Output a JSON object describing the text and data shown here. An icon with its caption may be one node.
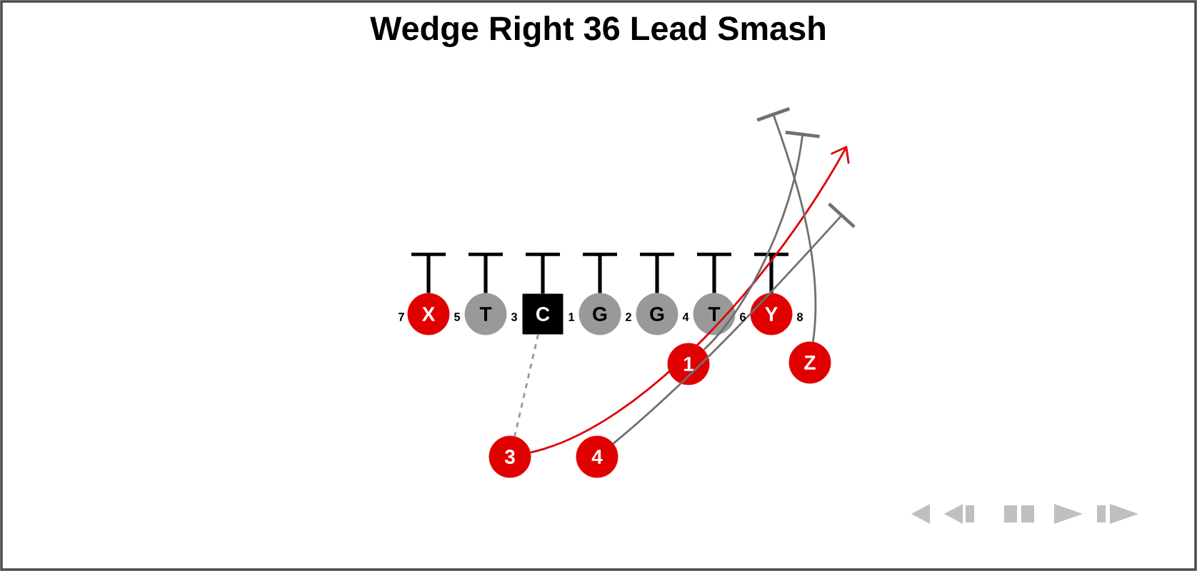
{
  "diagram": {
    "title": "Wedge Right 36 Lead Smash",
    "nodes": [
      {
        "text": [
          "X"
        ]
      },
      {
        "text": [
          "T"
        ]
      },
      {
        "text": [
          "C"
        ]
      },
      {
        "text": [
          "G"
        ]
      },
      {
        "text": [
          "G"
        ]
      },
      {
        "text": [
          "T"
        ]
      },
      {
        "text": [
          "Y"
        ]
      },
      {
        "text": [
          "1"
        ]
      },
      {
        "text": [
          "Z"
        ]
      },
      {
        "text": [
          "3"
        ]
      },
      {
        "text": [
          "4"
        ]
      }
    ],
    "edges": [
      {
        "from": 0,
        "to": null,
        "arrow": "other"
      },
      {
        "from": 1,
        "to": null,
        "arrow": "other"
      },
      {
        "from": 2,
        "to": null,
        "arrow": "other"
      },
      {
        "from": 3,
        "to": null,
        "arrow": "other"
      },
      {
        "from": 4,
        "to": null,
        "arrow": "other"
      },
      {
        "from": 5,
        "to": null,
        "arrow": "other"
      },
      {
        "from": 6,
        "to": null,
        "arrow": "other"
      },
      {
        "from": 9,
        "to": null,
        "arrow": "to",
        "color": "#e00000"
      },
      {
        "from": 7,
        "to": null,
        "arrow": "other",
        "color": "#707070"
      },
      {
        "from": 10,
        "to": null,
        "arrow": "other",
        "color": "#707070"
      },
      {
        "from": 8,
        "to": null,
        "arrow": "other",
        "color": "#707070"
      },
      {
        "from": 2,
        "to": 9,
        "arrow": "none",
        "style": "dashed",
        "color": "#999999"
      }
    ],
    "labels": [
      "7",
      "5",
      "3",
      "1",
      "2",
      "4",
      "6",
      "8"
    ]
  }
}
